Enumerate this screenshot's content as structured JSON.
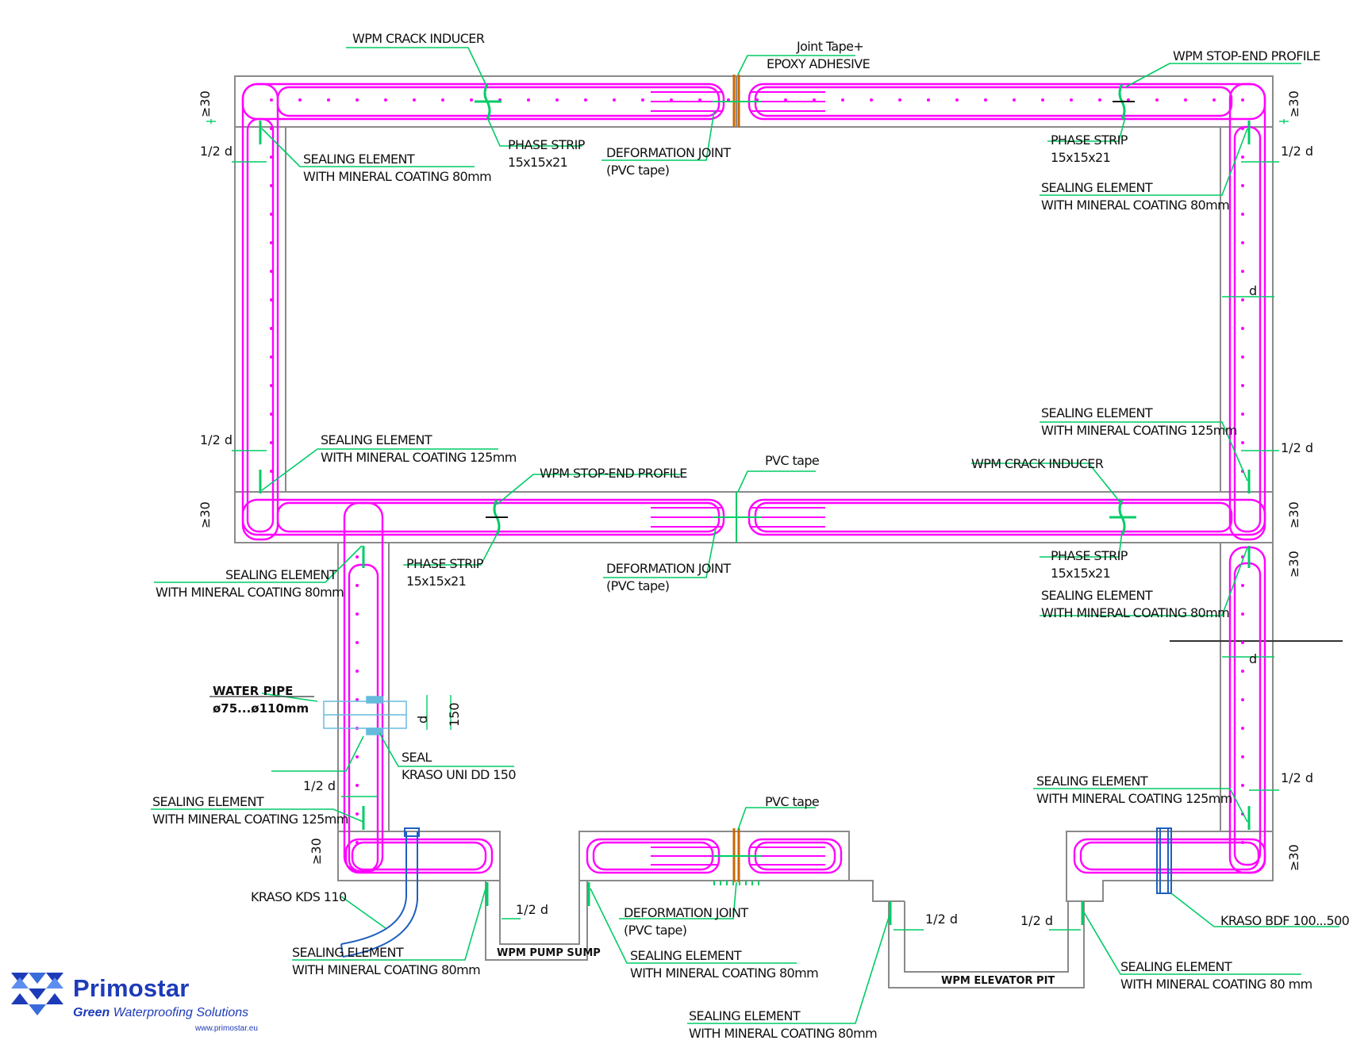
{
  "labels": {
    "wpm_crack_inducer_top": "WPM CRACK INDUCER",
    "joint_tape_1": "Joint Tape+",
    "joint_tape_2": "EPOXY ADHESIVE",
    "wpm_stop_end_top": "WPM STOP-END PROFILE",
    "phase_strip_tl_1": "PHASE STRIP",
    "phase_strip_tl_2": "15x15x21",
    "def_joint_top_1": "DEFORMATION JOINT",
    "def_joint_top_2": "(PVC tape)",
    "phase_strip_tr_1": "PHASE STRIP",
    "phase_strip_tr_2": "15x15x21",
    "seal_tl_1": "SEALING ELEMENT",
    "seal_tl_2": "WITH MINERAL COATING 80mm",
    "seal_tr_1": "SEALING ELEMENT",
    "seal_tr_2": "WITH MINERAL COATING 80mm",
    "seal_ml_1": "SEALING ELEMENT",
    "seal_ml_2": "WITH MINERAL COATING 125mm",
    "seal_mr_1": "SEALING ELEMENT",
    "seal_mr_2": "WITH MINERAL COATING 125mm",
    "pvc_tape_mid": "PVC tape",
    "wpm_stop_end_mid": "WPM STOP-END PROFILE",
    "wpm_crack_inducer_mid": "WPM CRACK INDUCER",
    "seal_l80_1": "SEALING ELEMENT",
    "seal_l80_2": "WITH MINERAL COATING 80mm",
    "phase_strip_ml_1": "PHASE STRIP",
    "phase_strip_ml_2": "15x15x21",
    "def_joint_mid_1": "DEFORMATION JOINT",
    "def_joint_mid_2": "(PVC tape)",
    "phase_strip_mr_1": "PHASE STRIP",
    "phase_strip_mr_2": "15x15x21",
    "seal_r80_1": "SEALING ELEMENT",
    "seal_r80_2": "WITH MINERAL COATING 80mm",
    "water_pipe_1": "WATER PIPE",
    "water_pipe_2": "ø75...ø110mm",
    "seal_kraso_1": "SEAL",
    "seal_kraso_2": "KRASO UNI DD 150",
    "seal_l125_1": "SEALING ELEMENT",
    "seal_l125_2": "WITH MINERAL COATING 125mm",
    "seal_r125_1": "SEALING ELEMENT",
    "seal_r125_2": "WITH MINERAL COATING 125mm",
    "kraso_kds": "KRASO KDS 110",
    "pvc_tape_bottom": "PVC tape",
    "def_joint_bottom_1": "DEFORMATION JOINT",
    "def_joint_bottom_2": "(PVC tape)",
    "kraso_bdf": "KRASO BDF 100...500",
    "seal_b1_1": "SEALING ELEMENT",
    "seal_b1_2": "WITH MINERAL COATING 80mm",
    "seal_b2_1": "SEALING ELEMENT",
    "seal_b2_2": "WITH MINERAL COATING 80mm",
    "seal_b3_1": "SEALING ELEMENT",
    "seal_b3_2": "WITH MINERAL COATING 80 mm",
    "seal_b4_1": "SEALING ELEMENT",
    "seal_b4_2": "WITH MINERAL COATING 80mm",
    "pump_sump": "WPM PUMP SUMP",
    "elevator_pit": "WPM ELEVATOR PIT"
  },
  "dims": {
    "ge30": "≥30",
    "half_d": "1/2 d",
    "d": "d",
    "d150": "150"
  },
  "logo": {
    "brand": "Primostar",
    "tag_bold": "Green",
    "tag_rest": " Waterproofing Solutions",
    "url": "www.primostar.eu"
  },
  "colors": {
    "rebar": "#ff00ff",
    "leader": "#00cc66",
    "concrete": "#7a7a7a",
    "joint": "#cc6600",
    "pipe": "#1f5fbf",
    "brand": "#1d3bb8"
  }
}
